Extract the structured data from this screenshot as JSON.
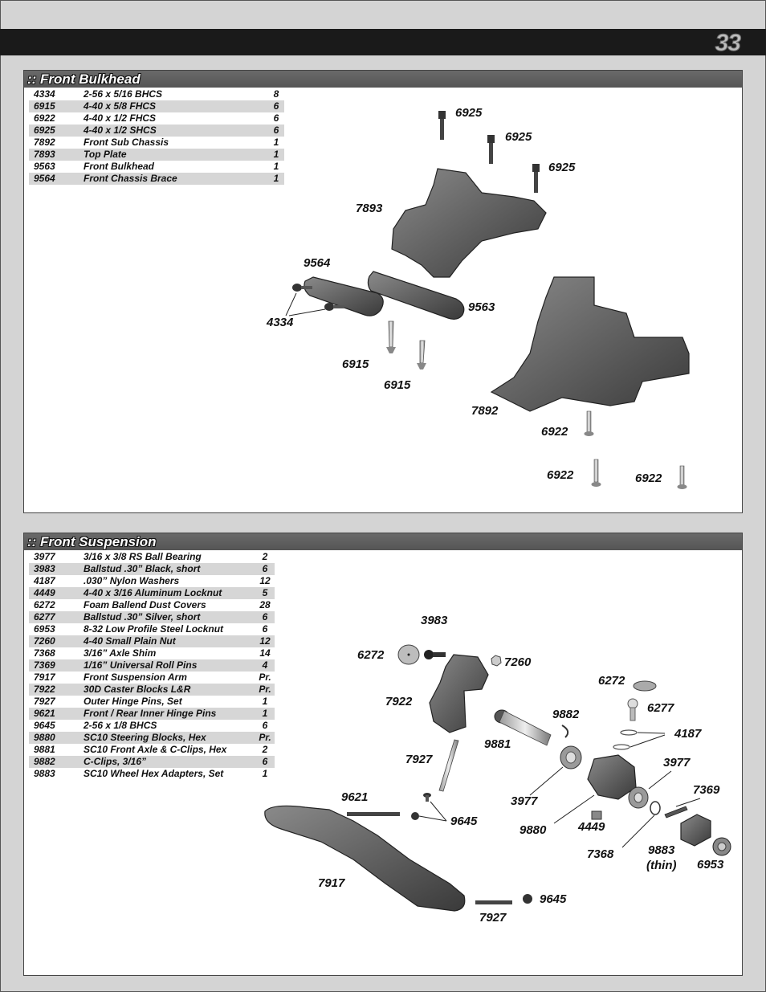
{
  "page_number": "33",
  "front_bulkhead": {
    "title": ":: Front Bulkhead",
    "parts": [
      {
        "pn": "4334",
        "desc": "2-56 x 5/16 BHCS",
        "qty": "8"
      },
      {
        "pn": "6915",
        "desc": "4-40 x 5/8 FHCS",
        "qty": "6"
      },
      {
        "pn": "6922",
        "desc": "4-40 x 1/2 FHCS",
        "qty": "6"
      },
      {
        "pn": "6925",
        "desc": "4-40 x 1/2 SHCS",
        "qty": "6"
      },
      {
        "pn": "7892",
        "desc": "Front Sub Chassis",
        "qty": "1"
      },
      {
        "pn": "7893",
        "desc": "Top Plate",
        "qty": "1"
      },
      {
        "pn": "9563",
        "desc": "Front Bulkhead",
        "qty": "1"
      },
      {
        "pn": "9564",
        "desc": "Front Chassis Brace",
        "qty": "1"
      }
    ],
    "callouts": [
      "6925",
      "6925",
      "6925",
      "7893",
      "9564",
      "4334",
      "9563",
      "6915",
      "6915",
      "7892",
      "6922",
      "6922",
      "6922"
    ]
  },
  "front_suspension": {
    "title": ":: Front Suspension",
    "parts": [
      {
        "pn": "3977",
        "desc": "3/16 x 3/8 RS Ball Bearing",
        "qty": "2"
      },
      {
        "pn": "3983",
        "desc": "Ballstud .30” Black, short",
        "qty": "6"
      },
      {
        "pn": "4187",
        "desc": ".030” Nylon Washers",
        "qty": "12"
      },
      {
        "pn": "4449",
        "desc": "4-40 x 3/16 Aluminum Locknut",
        "qty": "5"
      },
      {
        "pn": "6272",
        "desc": "Foam Ballend Dust Covers",
        "qty": "28"
      },
      {
        "pn": "6277",
        "desc": "Ballstud .30” Silver, short",
        "qty": "6"
      },
      {
        "pn": "6953",
        "desc": "8-32 Low Profile Steel Locknut",
        "qty": "6"
      },
      {
        "pn": "7260",
        "desc": "4-40 Small Plain Nut",
        "qty": "12"
      },
      {
        "pn": "7368",
        "desc": "3/16” Axle Shim",
        "qty": "14"
      },
      {
        "pn": "7369",
        "desc": "1/16” Universal Roll Pins",
        "qty": "4"
      },
      {
        "pn": "7917",
        "desc": "Front Suspension Arm",
        "qty": "Pr."
      },
      {
        "pn": "7922",
        "desc": "30D Caster Blocks L&R",
        "qty": "Pr."
      },
      {
        "pn": "7927",
        "desc": "Outer Hinge Pins, Set",
        "qty": "1"
      },
      {
        "pn": "9621",
        "desc": "Front / Rear Inner Hinge Pins",
        "qty": "1"
      },
      {
        "pn": "9645",
        "desc": "2-56 x 1/8 BHCS",
        "qty": "6"
      },
      {
        "pn": "9880",
        "desc": "SC10 Steering Blocks, Hex",
        "qty": "Pr."
      },
      {
        "pn": "9881",
        "desc": "SC10 Front Axle & C-Clips, Hex",
        "qty": "2"
      },
      {
        "pn": "9882",
        "desc": "C-Clips, 3/16”",
        "qty": "6"
      },
      {
        "pn": "9883",
        "desc": "SC10 Wheel Hex Adapters, Set",
        "qty": "1"
      }
    ],
    "callouts": [
      "3983",
      "6272",
      "7260",
      "6272",
      "6277",
      "7922",
      "9882",
      "4187",
      "9881",
      "7927",
      "3977",
      "3977",
      "7369",
      "9621",
      "9645",
      "4449",
      "9880",
      "7368",
      "9883",
      "(thin)",
      "6953",
      "7917",
      "9645",
      "7927"
    ]
  }
}
